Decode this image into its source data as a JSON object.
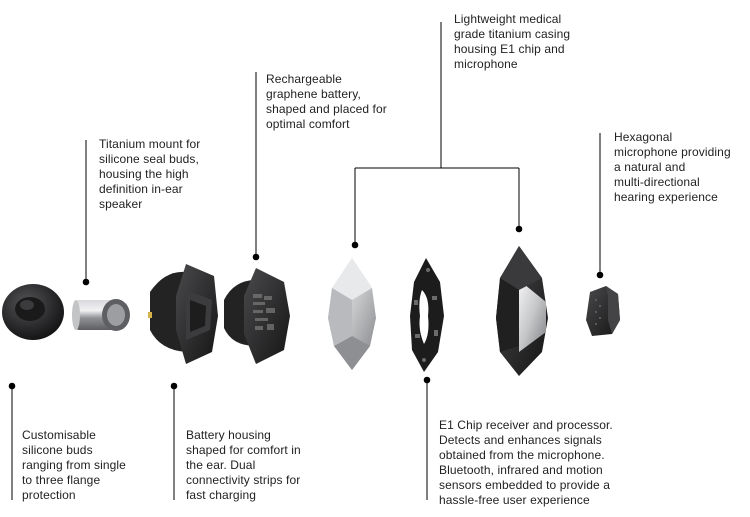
{
  "colors": {
    "text": "#222222",
    "leader_line": "#000000",
    "dark_shell": "#2a2a2b",
    "titanium": "#a9acaf",
    "background": "#ffffff"
  },
  "callouts": {
    "titanium_casing": {
      "lines": [
        "Lightweight medical",
        "grade titanium casing",
        "housing E1 chip and",
        "microphone"
      ]
    },
    "battery": {
      "lines": [
        "Rechargeable",
        "graphene battery,",
        "shaped and placed for",
        "optimal comfort"
      ]
    },
    "titanium_mount": {
      "lines": [
        "Titanium mount for",
        "silicone seal buds,",
        "housing the high",
        "definition in-ear",
        "speaker"
      ]
    },
    "microphone": {
      "lines": [
        "Hexagonal",
        "microphone providing",
        "a natural and",
        "multi-directional",
        "hearing experience"
      ]
    },
    "silicone_buds": {
      "lines": [
        "Customisable",
        "silicone buds",
        "ranging from single",
        "to three flange",
        "protection"
      ]
    },
    "battery_housing": {
      "lines": [
        "Battery housing",
        "shaped for comfort in",
        "the ear. Dual",
        "connectivity strips for",
        "fast charging"
      ]
    },
    "e1_chip": {
      "lines": [
        "E1 Chip receiver and processor.",
        "Detects and enhances signals",
        "obtained from the microphone.",
        "Bluetooth, infrared and motion",
        "sensors embedded to provide a",
        "hassle-free user experience"
      ]
    }
  }
}
